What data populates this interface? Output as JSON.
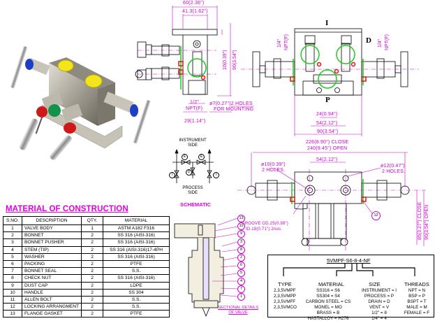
{
  "product_photo": {
    "alt": "3D view of 5-valve manifold",
    "colors": {
      "body": "#b9b4a8",
      "plug": "#f2e21a",
      "blue_cap": "#1b3ec8",
      "red_cap": "#d01515",
      "green_cap": "#139048"
    }
  },
  "side_view": {
    "dims": {
      "overall_width": "60(2.36\")",
      "flange_width": "41.3(1.62\")",
      "flange_thk": "10(0.39\")",
      "overall_height": "90(3.54\")",
      "port": "1/2\"",
      "port_thread": "NPT(F)",
      "base_width": "29(1.14\")"
    }
  },
  "front_view": {
    "top_label": "I",
    "bottom_label": "P",
    "right_label": "D",
    "dims": {
      "port_left": "1/4\"",
      "port_left_thread": "NPT(F)",
      "port_right": "1/4\"",
      "port_right_thread": "NPT(F)",
      "mount_holes_line1": "ø7(0.27\")2 HOLES",
      "mount_holes_line2": "FOR MOUNTING",
      "hole_spacing": "24(0.94\")",
      "port_spacing": "54(2.12\")",
      "body_width": "90(3.54\")",
      "close_width": "226(8.90\") CLOSE",
      "open_width": "240(9.45\") OPEN"
    }
  },
  "schematic": {
    "top_label_1": "INSTRUMENT",
    "top_label_2": "SIDE",
    "bottom_label_1": "PROCESS",
    "bottom_label_2": "SIDE",
    "title": "SCHEMATIC",
    "valve_marks": [
      "E",
      "E",
      "I",
      "D",
      "I"
    ]
  },
  "top_view": {
    "dims": {
      "close_width": "226(8.90\") CLOSE",
      "open_width": "240(9.45\") OPEN",
      "port_spacing": "54(2.12\")",
      "left_holes_1": "ø10(0.39\")",
      "left_holes_2": "2 HOLES.",
      "right_holes_1": "ø12(0.47\")",
      "right_holes_2": "2 HOLES.",
      "groove_1": "GROOVE OD.25(0.98\")",
      "groove_2": "ID.18(0.71\") 2nos.",
      "height_close": "85(3.27\") CLOSE",
      "height_open": "90(3.54\") OPEN"
    },
    "balloon": "12"
  },
  "material_of_construction": {
    "title": "MATERIAL OF CONSTRUCTION",
    "headers": [
      "S.NO.",
      "DESCRIPTION",
      "QTY.",
      "MATERIAL"
    ],
    "rows": [
      [
        "1",
        "VALVE BODY",
        "1",
        "ASTM A182 F316"
      ],
      [
        "2",
        "BONNET",
        "2",
        "SS 316 (AISI-316)"
      ],
      [
        "3",
        "BONNET PUSHER",
        "2",
        "SS 316 (AISI-316)"
      ],
      [
        "4",
        "STEM (TIP)",
        "2",
        "SS 316 (AISI-316)17-4PH"
      ],
      [
        "5",
        "WASHER",
        "2",
        "SS 316 (AISI-316)"
      ],
      [
        "6",
        "PACKING",
        "2",
        "PTFE"
      ],
      [
        "7",
        "BONNET SEAL",
        "2",
        "S.S."
      ],
      [
        "8",
        "CHECK NUT",
        "2",
        "SS 316 (AISI-316)"
      ],
      [
        "9",
        "DUST CAP",
        "2",
        "LDPE"
      ],
      [
        "10",
        "HANDLE",
        "2",
        "SS 304"
      ],
      [
        "11",
        "ALLEN BOLT",
        "2",
        "S.S."
      ],
      [
        "12",
        "LOCKING ARRANGMENT",
        "2",
        "S.S."
      ],
      [
        "13",
        "FLANGE GASKET",
        "2",
        "PTFE"
      ]
    ]
  },
  "sectional_view": {
    "balloons": [
      "13",
      "10",
      "9",
      "3",
      "8",
      "2",
      "6",
      "5",
      "4",
      "7",
      "1"
    ],
    "title_1": "SECTIONAL DETAILS",
    "title_2": "OF VALVE"
  },
  "ordering_code": {
    "code": "5VMPF-S6-8-4-NF",
    "columns": [
      {
        "header": "TYPE",
        "values": [
          "2,3,5VMPF",
          "2,3,5VMPP",
          "2,3,5VMFF",
          "2,3,5VMCO"
        ]
      },
      {
        "header": "MATERIAL",
        "values": [
          "SS316 = S6",
          "SS304 = S4",
          "CARBON STEEL = CS",
          "MONEL = MO",
          "BRASS = B",
          "HASTALLOY = H276"
        ]
      },
      {
        "header": "SIZE",
        "values": [
          "INSTRUMENT = I",
          "PROCESS = P",
          "DRAIN = D",
          "VENT = V",
          "1/2\" = 8",
          "1/4\" = 4"
        ]
      },
      {
        "header": "THREADS",
        "values": [
          "NPT = N",
          "BSP = P",
          "BSPT = T",
          "MALE = M",
          "FEMALE = F"
        ]
      }
    ]
  }
}
